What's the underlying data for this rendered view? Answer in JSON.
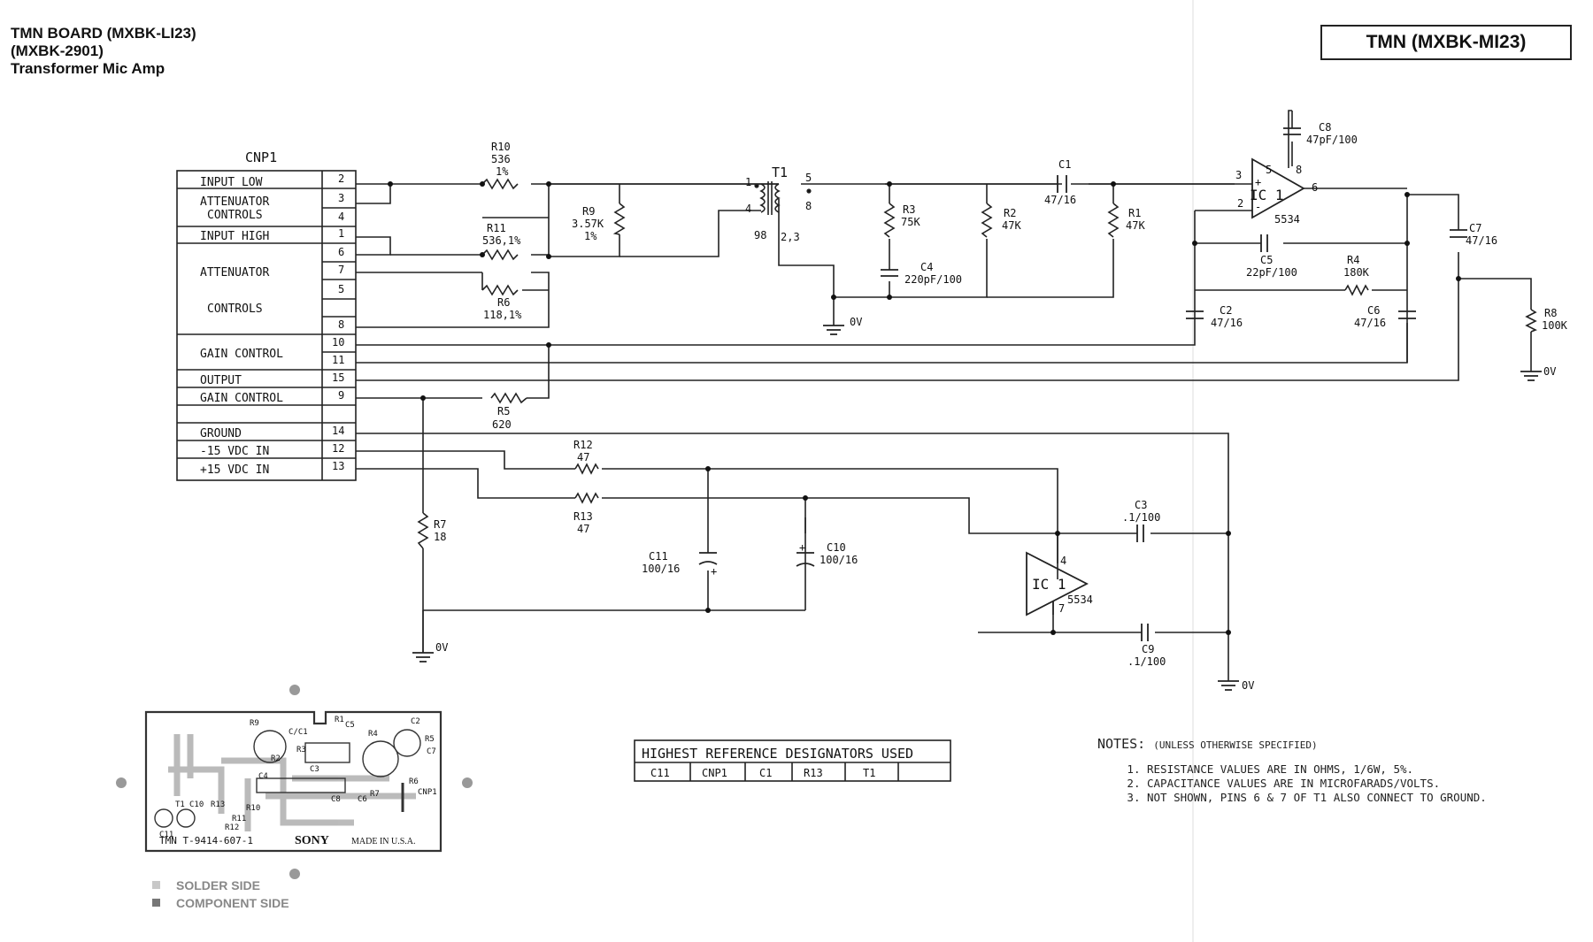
{
  "header": {
    "line1": "TMN BOARD  (MXBK-LI23)",
    "line2": "(MXBK-2901)",
    "line3": "Transformer Mic Amp",
    "box_title": "TMN (MXBK-MI23)"
  },
  "connector": {
    "name": "CNP1",
    "labels": {
      "input_low": "INPUT LOW",
      "atten1_a": "ATTENUATOR",
      "atten1_b": "CONTROLS",
      "input_high": "INPUT HIGH",
      "atten2_a": "ATTENUATOR",
      "atten2_b": "CONTROLS",
      "gain_control_1": "GAIN CONTROL",
      "output": "OUTPUT",
      "gain_control_2": "GAIN CONTROL",
      "ground": "GROUND",
      "neg15": "-15 VDC IN",
      "pos15": "+15 VDC IN"
    },
    "pins": {
      "p2": "2",
      "p3": "3",
      "p4": "4",
      "p1": "1",
      "p6": "6",
      "p7": "7",
      "p5": "5",
      "blank": "",
      "p8": "8",
      "p10": "10",
      "p11": "11",
      "p15": "15",
      "p9": "9",
      "p14": "14",
      "p12": "12",
      "p13": "13"
    }
  },
  "components": {
    "r10": {
      "ref": "R10",
      "val1": "536",
      "val2": "1%"
    },
    "r11": {
      "ref": "R11",
      "val": "536,1%"
    },
    "r6": {
      "ref": "R6",
      "val": "118,1%"
    },
    "r9": {
      "ref": "R9",
      "val1": "3.57K",
      "val2": "1%"
    },
    "r5": {
      "ref": "R5",
      "val": "620"
    },
    "t1": {
      "ref": "T1",
      "pin1": "1",
      "pin4": "4",
      "pin5": "5",
      "pin8": "8",
      "pin98": "98",
      "pin23": "2,3"
    },
    "r3": {
      "ref": "R3",
      "val": "75K"
    },
    "c4": {
      "ref": "C4",
      "val": "220pF/100"
    },
    "r2": {
      "ref": "R2",
      "val": "47K"
    },
    "c1": {
      "ref": "C1",
      "val": "47/16"
    },
    "r1": {
      "ref": "R1",
      "val": "47K"
    },
    "ic1_top": {
      "ref": "IC 1",
      "part": "5534",
      "p3": "3",
      "p2": "2",
      "p5": "5",
      "p8": "8",
      "p6": "6",
      "plus": "+",
      "minus": "-"
    },
    "c8": {
      "ref": "C8",
      "val": "47pF/100"
    },
    "c5": {
      "ref": "C5",
      "val": "22pF/100"
    },
    "r4": {
      "ref": "R4",
      "val": "180K"
    },
    "c7": {
      "ref": "C7",
      "val": "47/16"
    },
    "c2": {
      "ref": "C2",
      "val": "47/16"
    },
    "c6": {
      "ref": "C6",
      "val": "47/16"
    },
    "r8": {
      "ref": "R8",
      "val": "100K"
    },
    "r12": {
      "ref": "R12",
      "val": "47"
    },
    "r13": {
      "ref": "R13",
      "val": "47"
    },
    "r7": {
      "ref": "R7",
      "val": "18"
    },
    "c11": {
      "ref": "C11",
      "val": "100/16",
      "plus": "+"
    },
    "c10": {
      "ref": "C10",
      "val": "100/16",
      "plus": "+"
    },
    "c3": {
      "ref": "C3",
      "val": ".1/100"
    },
    "c9": {
      "ref": "C9",
      "val": ".1/100"
    },
    "ic1_bot": {
      "ref": "IC 1",
      "part": "5534",
      "p4": "4",
      "p7": "7"
    },
    "gnd_label": "0V"
  },
  "board": {
    "silk": "TMN  T-9414-607-1",
    "brand": "SONY",
    "made": "MADE IN U.S.A.",
    "parts": [
      "R9",
      "C/C1",
      "R1",
      "C5",
      "R4",
      "C2",
      "R5",
      "C7",
      "R2",
      "R3",
      "C3",
      "C4",
      "R7",
      "R6",
      "CNP1",
      "C11",
      "T1",
      "C10",
      "R13",
      "R11",
      "R12",
      "R10",
      "C8",
      "C6"
    ]
  },
  "legend": {
    "solder": "SOLDER SIDE",
    "component": "COMPONENT SIDE",
    "solder_color": "#c8c8c8",
    "component_color": "#777777"
  },
  "designators_table": {
    "title": "HIGHEST REFERENCE DESIGNATORS USED",
    "cells": [
      "C11",
      "CNP1",
      "C1",
      "R13",
      "T1",
      ""
    ]
  },
  "notes": {
    "title": "NOTES:",
    "subtitle": "(UNLESS OTHERWISE SPECIFIED)",
    "items": [
      "RESISTANCE VALUES ARE IN OHMS, 1/6W, 5%.",
      "CAPACITANCE VALUES ARE IN MICROFARADS/VOLTS.",
      "NOT SHOWN, PINS 6 & 7 OF T1 ALSO CONNECT TO GROUND."
    ]
  }
}
